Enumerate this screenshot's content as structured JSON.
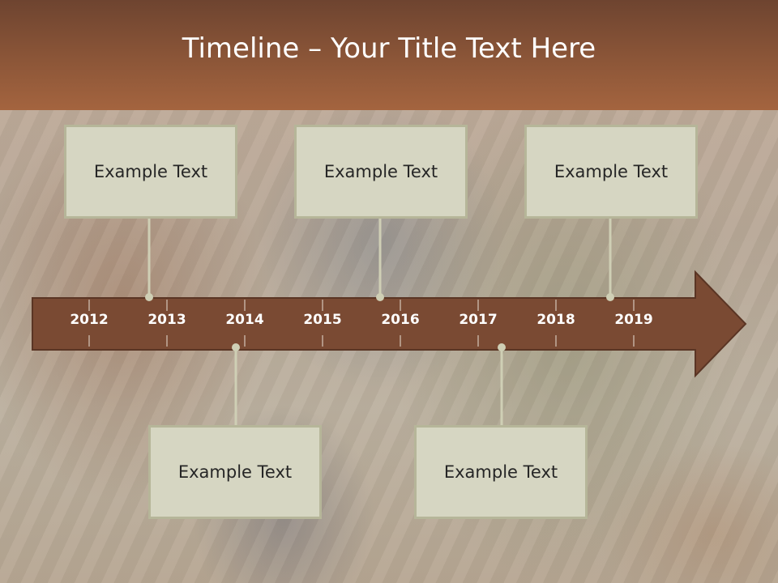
{
  "title": "Timeline – Your Title Text Here",
  "timeline": {
    "years": [
      "2012",
      "2013",
      "2014",
      "2015",
      "2016",
      "2017",
      "2018",
      "2019"
    ],
    "events_top": [
      {
        "label": "Example Text"
      },
      {
        "label": "Example Text"
      },
      {
        "label": "Example Text"
      }
    ],
    "events_bottom": [
      {
        "label": "Example Text"
      },
      {
        "label": "Example Text"
      }
    ]
  },
  "colors": {
    "header": "#8c5638",
    "arrow_fill": "#7a4a33",
    "box_fill": "#d6d6c2",
    "box_border": "#b6b699",
    "connector": "#cfcfb5"
  }
}
